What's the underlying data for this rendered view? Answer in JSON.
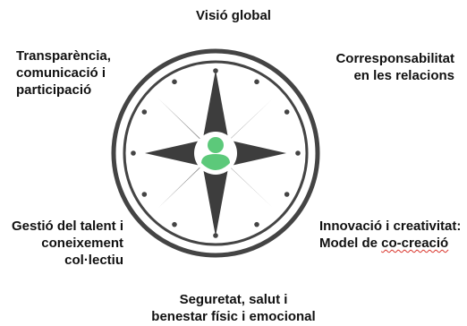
{
  "values": {
    "top": "Visió global",
    "top_left": [
      "Transparència,",
      "comunicació i",
      "participació"
    ],
    "top_right": [
      "Corresponsabilitat",
      "en les relacions"
    ],
    "bottom_left": [
      "Gestió del talent i",
      "coneixement",
      "col·lectiu"
    ],
    "bottom_right": {
      "line1": "Innovació i creativitat:",
      "line2_prefix": "Model de ",
      "line2_flagged": "co-creació"
    },
    "bottom": [
      "Seguretat, salut i",
      "benestar físic i emocional"
    ]
  },
  "compass": {
    "ring_color": "#444444",
    "star_dark": "#3d3d3d",
    "star_light": "#8a8a8a",
    "person_color": "#5cc97a",
    "dot_count": 12
  }
}
